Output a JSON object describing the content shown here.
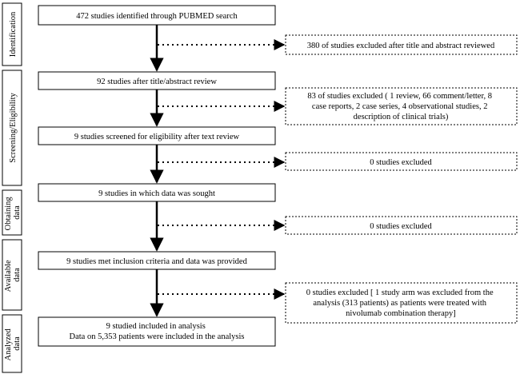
{
  "stages": [
    {
      "lines": [
        "Identification"
      ]
    },
    {
      "lines": [
        "Screening/Eligibility"
      ]
    },
    {
      "lines": [
        "Obtaining",
        "data"
      ]
    },
    {
      "lines": [
        "Available",
        "data"
      ]
    },
    {
      "lines": [
        "Analyzed",
        "data"
      ]
    }
  ],
  "main_boxes": [
    {
      "lines": [
        "472 studies identified through PUBMED search"
      ]
    },
    {
      "lines": [
        "92 studies after title/abstract review"
      ]
    },
    {
      "lines": [
        "9 studies screened for eligibility after text review"
      ]
    },
    {
      "lines": [
        "9 studies in which data was sought"
      ]
    },
    {
      "lines": [
        "9 studies met inclusion criteria and data was provided"
      ]
    },
    {
      "lines": [
        "9 studied included in analysis",
        "Data on 5,353 patients were included in the analysis"
      ]
    }
  ],
  "excluded_boxes": [
    {
      "lines": [
        "380 of studies excluded after title and abstract reviewed"
      ]
    },
    {
      "lines": [
        "83 of studies excluded ( 1 review, 66 comment/letter, 8",
        "case reports, 2 case series, 4 observational studies, 2",
        "description of clinical trials)"
      ]
    },
    {
      "lines": [
        "0 studies excluded"
      ]
    },
    {
      "lines": [
        "0 studies excluded"
      ]
    },
    {
      "lines": [
        "0 studies excluded [ 1 study arm was excluded from the",
        "analysis (313 patients) as patients were treated with",
        "nivolumab combination therapy]"
      ]
    }
  ]
}
